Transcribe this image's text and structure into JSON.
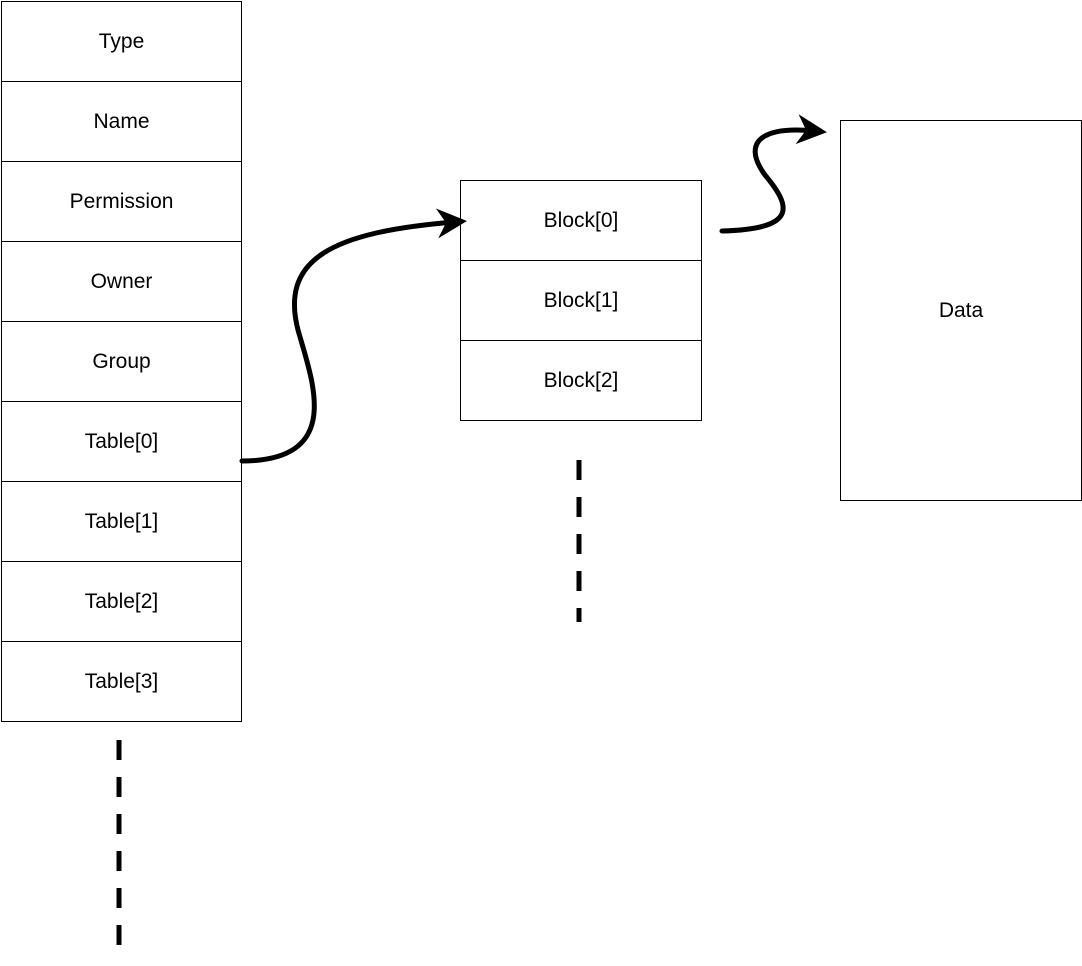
{
  "inode": {
    "fields": [
      "Type",
      "Name",
      "Permission",
      "Owner",
      "Group",
      "Table[0]",
      "Table[1]",
      "Table[2]",
      "Table[3]"
    ]
  },
  "block_table": {
    "entries": [
      "Block[0]",
      "Block[1]",
      "Block[2]"
    ]
  },
  "data_block": {
    "label": "Data"
  },
  "colors": {
    "stroke": "#000000",
    "fill": "#ffffff",
    "text": "#000000"
  }
}
